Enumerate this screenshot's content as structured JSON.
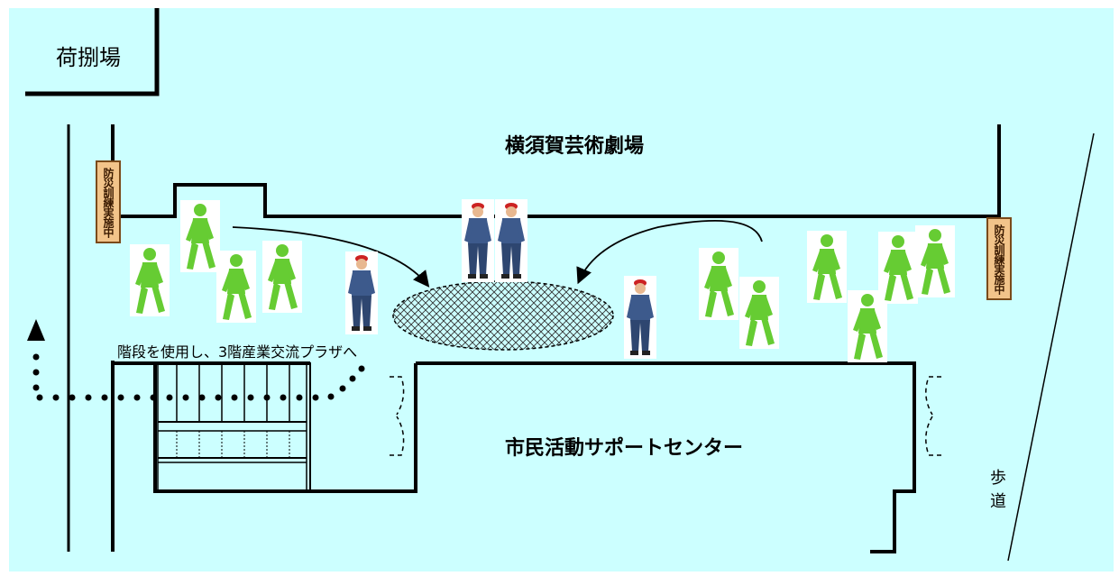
{
  "labels": {
    "loading_area": "荷捌場",
    "theater": "横須賀芸術劇場",
    "civic_center": "市民活動サポートセンター",
    "stairs_note": "階段を使用し、3階産業交流プラザへ",
    "sidewalk": "歩道"
  },
  "signs": {
    "left": "防災訓練実施中",
    "right": "防災訓練実施中"
  },
  "colors": {
    "background": "#ccffff",
    "walls": "#000000",
    "walker": "#66cc33",
    "staff_uniform": "#3d5a8c",
    "staff_cap": "#cc2222",
    "sign_fill": "#f2c48a"
  }
}
